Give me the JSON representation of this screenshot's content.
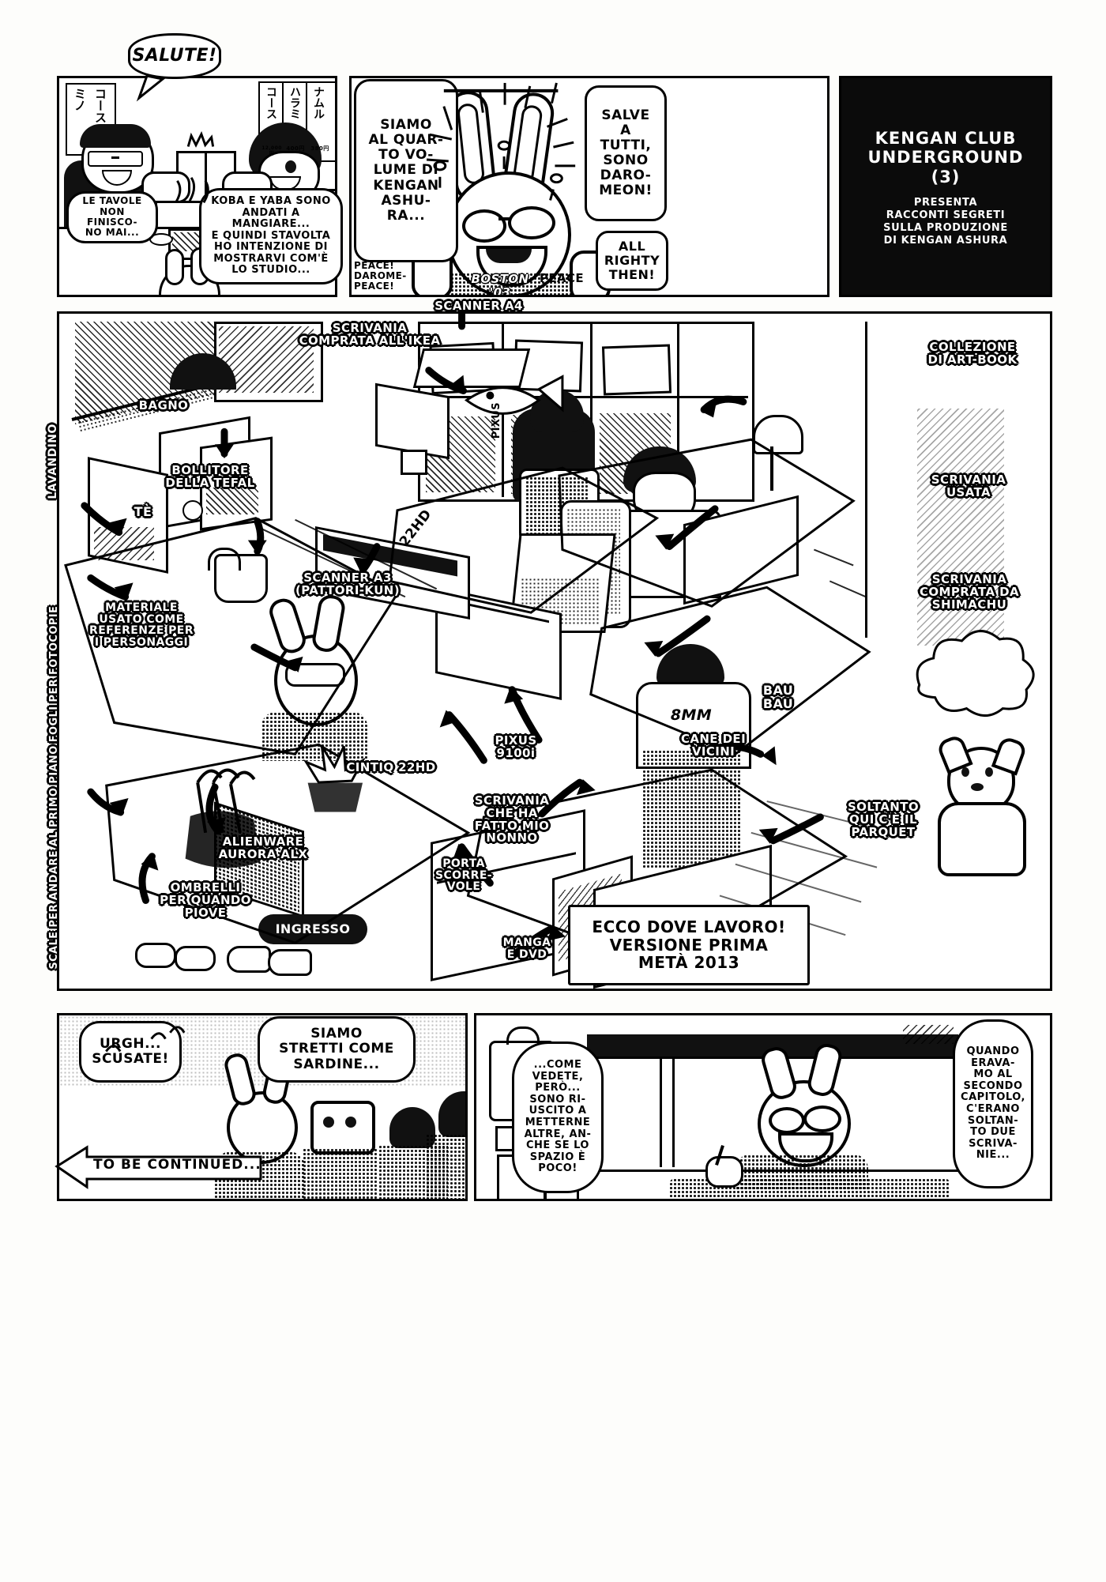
{
  "page": {
    "title_panel": {
      "main": "KENGAN CLUB\nUNDERGROUND\n(3)",
      "sub": "PRESENTA\nRACCONTI SEGRETI\nSULLA PRODUZIONE\nDI KENGAN ASHURA"
    }
  },
  "panel1": {
    "bubble_salute": "SALUTE!",
    "bubble_tavole": "LE TAVOLE\nNON FINISCO-\nNO MAI...",
    "bubble_koba": "KOBA E YABA SONO\nANDATI A MANGIARE...\nE QUINDI STAVOLTA\nHO INTENZIONE DI\nMOSTRARVI COM'È\nLO STUDIO...",
    "menu_1": "ミノ",
    "menu_2": "コース",
    "menu_3": "ハラミ",
    "menu_4": "ナムル",
    "price_1": "12,000円",
    "price_2": "400円",
    "price_3": "380円"
  },
  "panel2": {
    "bubble_siamo": "SIAMO\nAL QUAR-\nTO VO-\nLUME DI\nKENGAN\nASHU-\nRA...",
    "bubble_salve": "SALVE\nA TUTTI,\nSONO\nDARO-\nMEON!",
    "bubble_allrighty": "ALL\nRIGHTY\nTHEN!",
    "peace_left": "PEACE!\nDAROME-\nPEACE!",
    "peace_right": "PEACE",
    "shirt": "BOSTON\n'03"
  },
  "big_panel": {
    "labels": [
      {
        "id": "scanner-a4",
        "text": "SCANNER A4"
      },
      {
        "id": "scrivania-ikea",
        "text": "SCRIVANIA\nCOMPRATA ALL'IKEA"
      },
      {
        "id": "collezione-art-book",
        "text": "COLLEZIONE\nDI ART-BOOK"
      },
      {
        "id": "bagno",
        "text": "BAGNO"
      },
      {
        "id": "lavandino",
        "text": "LAVANDINO"
      },
      {
        "id": "bollitore-tefal",
        "text": "BOLLITORE\nDELLA TEFAL"
      },
      {
        "id": "te",
        "text": "TÈ"
      },
      {
        "id": "scanner-a3",
        "text": "SCANNER A3\n(PATTORI-KUN)"
      },
      {
        "id": "materiale-referenze",
        "text": "MATERIALE\nUSATO COME\nREFERENZE PER\nI PERSONAGGI"
      },
      {
        "id": "fogli-fotocopie",
        "text": "FOGLI PER FOTOCOPIE"
      },
      {
        "id": "scale-primo-piano",
        "text": "SCALE PER ANDARE AL PRIMO PIANO"
      },
      {
        "id": "scrivania-usata",
        "text": "SCRIVANIA\nUSATA"
      },
      {
        "id": "scrivania-shimachu",
        "text": "SCRIVANIA\nCOMPRATA DA\nSHIMACHU"
      },
      {
        "id": "cintiq-22hd",
        "text": "CINTIQ 22HD"
      },
      {
        "id": "pixus-9100i",
        "text": "PIXUS\n9100i"
      },
      {
        "id": "scrivania-nonno",
        "text": "SCRIVANIA\nCHE HA\nFATTO MIO\nNONNO"
      },
      {
        "id": "cane-vicini",
        "text": "CANE DEI\nVICINI"
      },
      {
        "id": "bau-bau",
        "text": "BAU\nBAU"
      },
      {
        "id": "soltanto-parquet",
        "text": "SOLTANTO\nQUI C'È IL\nPARQUET"
      },
      {
        "id": "alienware",
        "text": "ALIENWARE\nAURORA ALX"
      },
      {
        "id": "ombrelli",
        "text": "OMBRELLI\nPER QUANDO\nPIOVE"
      },
      {
        "id": "porta-scorrevole",
        "text": "PORTA\nSCORRE-\nVOLE"
      },
      {
        "id": "manga-dvd",
        "text": "MANGA\nE DVD"
      },
      {
        "id": "ingresso",
        "text": "INGRESSO"
      }
    ],
    "inline_texts": [
      {
        "id": "label-22hd",
        "text": "22HD"
      },
      {
        "id": "label-8mm",
        "text": "8MM"
      },
      {
        "id": "label-pixus-screen",
        "text": "PIXUS"
      }
    ],
    "sign": "ECCO DOVE LAVORO!\nVERSIONE PRIMA\nMETÀ 2013"
  },
  "panel_bottom_left": {
    "bubble_urgh": "URGH...\nSCUSATE!",
    "bubble_sardine": "SIAMO\nSTRETTI COME\nSARDINE...",
    "to_be_continued": "TO BE CONTINUED..."
  },
  "panel_bottom_right": {
    "bubble_come_vedete": "...COME\nVEDETE,\nPERÒ...\nSONO RI-\nUSCITO A\nMETTERNE\nALTRE, AN-\nCHE SE LO\nSPAZIO È\nPOCO!",
    "bubble_quando": "QUANDO\nERAVA-\nMO AL\nSECONDO\nCAPITOLO,\nC'ERANO\nSOLTAN-\nTO DUE\nSCRIVA-\nNIE..."
  },
  "colors": {
    "ink": "#000000",
    "paper": "#fdfdfb",
    "title_bg": "#0b0b0b"
  }
}
